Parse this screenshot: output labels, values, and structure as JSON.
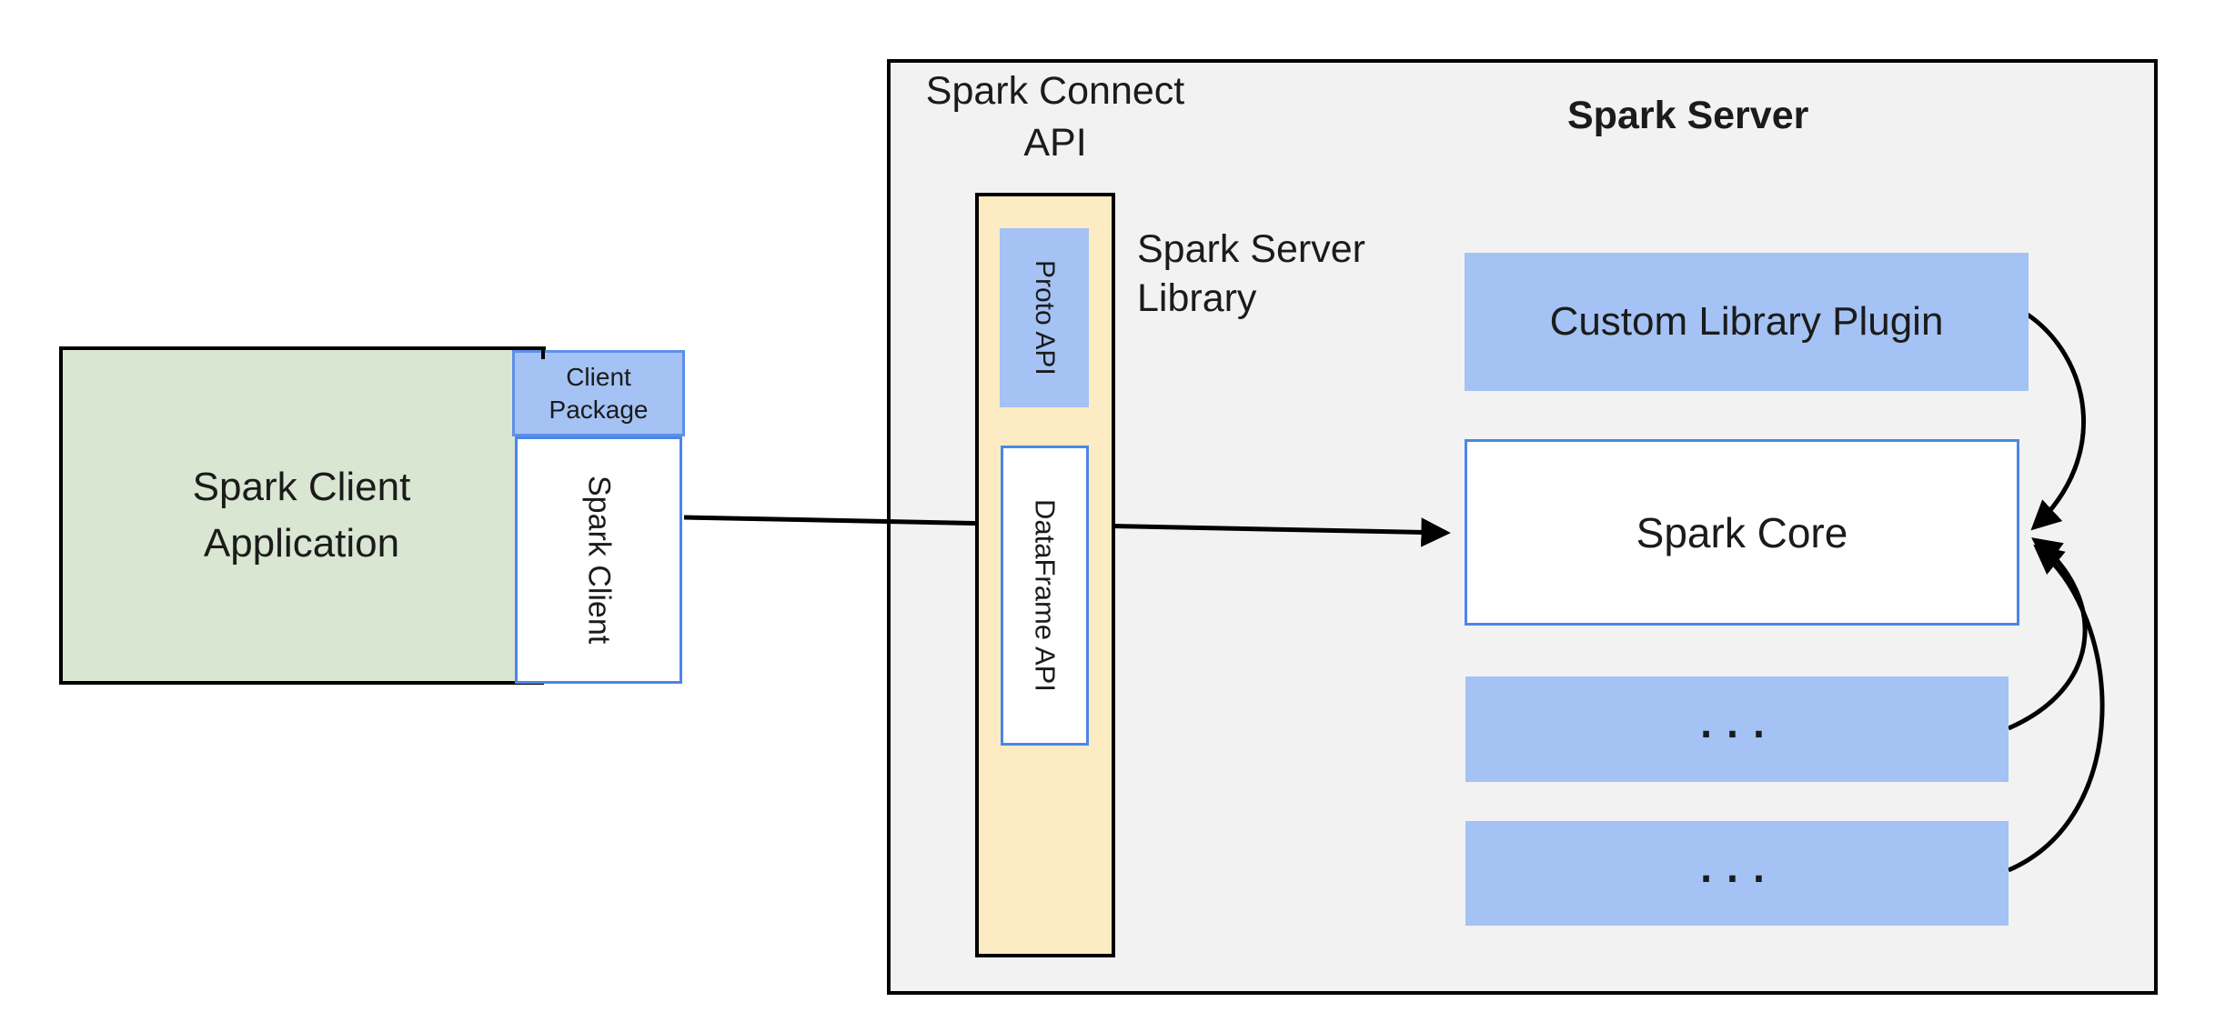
{
  "colors": {
    "green": "#d9e6d2",
    "blue": "#a4c2f4",
    "yellow": "#fdecc3",
    "gray": "#f2f2f2",
    "blueborder": "#4a86e8"
  },
  "client": {
    "app_line1": "Spark Client",
    "app_line2": "Application",
    "package_line1": "Client",
    "package_line2": "Package",
    "spark_client": "Spark Client"
  },
  "connect": {
    "title_line1": "Spark Connect",
    "title_line2": "API",
    "proto_api": "Proto API",
    "dataframe_api": "DataFrame API",
    "library_line1": "Spark Server",
    "library_line2": "Library"
  },
  "server": {
    "title": "Spark Server",
    "plugin": "Custom Library Plugin",
    "core": "Spark Core",
    "ellipsis1": "...",
    "ellipsis2": "..."
  }
}
